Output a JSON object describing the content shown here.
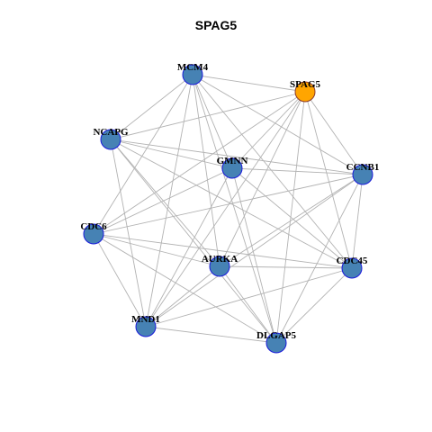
{
  "title": "SPAG5",
  "colors": {
    "node_fill": "#4682b4",
    "node_stroke": "#1a1adb",
    "highlight_fill": "#ffa500",
    "highlight_stroke": "#8b3a2a",
    "edge": "#b3b3b3"
  },
  "nodes": [
    {
      "id": "MCM4",
      "label": "MCM4",
      "highlight": false
    },
    {
      "id": "SPAG5",
      "label": "SPAG5",
      "highlight": true
    },
    {
      "id": "NCAPG",
      "label": "NCAPG",
      "highlight": false
    },
    {
      "id": "GMNN",
      "label": "GMNN",
      "highlight": false
    },
    {
      "id": "CCNB1",
      "label": "CCNB1",
      "highlight": false
    },
    {
      "id": "CDC6",
      "label": "CDC6",
      "highlight": false
    },
    {
      "id": "AURKA",
      "label": "AURKA",
      "highlight": false
    },
    {
      "id": "CDC45",
      "label": "CDC45",
      "highlight": false
    },
    {
      "id": "MND1",
      "label": "MND1",
      "highlight": false
    },
    {
      "id": "DLGAP5",
      "label": "DLGAP5",
      "highlight": false
    }
  ],
  "edges": [
    [
      "MCM4",
      "SPAG5"
    ],
    [
      "MCM4",
      "NCAPG"
    ],
    [
      "MCM4",
      "GMNN"
    ],
    [
      "MCM4",
      "CCNB1"
    ],
    [
      "MCM4",
      "CDC6"
    ],
    [
      "MCM4",
      "AURKA"
    ],
    [
      "MCM4",
      "CDC45"
    ],
    [
      "MCM4",
      "MND1"
    ],
    [
      "MCM4",
      "DLGAP5"
    ],
    [
      "SPAG5",
      "NCAPG"
    ],
    [
      "SPAG5",
      "GMNN"
    ],
    [
      "SPAG5",
      "CCNB1"
    ],
    [
      "SPAG5",
      "CDC6"
    ],
    [
      "SPAG5",
      "AURKA"
    ],
    [
      "SPAG5",
      "CDC45"
    ],
    [
      "SPAG5",
      "MND1"
    ],
    [
      "SPAG5",
      "DLGAP5"
    ],
    [
      "NCAPG",
      "GMNN"
    ],
    [
      "NCAPG",
      "CCNB1"
    ],
    [
      "NCAPG",
      "AURKA"
    ],
    [
      "NCAPG",
      "CDC45"
    ],
    [
      "NCAPG",
      "MND1"
    ],
    [
      "NCAPG",
      "DLGAP5"
    ],
    [
      "GMNN",
      "CCNB1"
    ],
    [
      "GMNN",
      "CDC6"
    ],
    [
      "GMNN",
      "CDC45"
    ],
    [
      "GMNN",
      "MND1"
    ],
    [
      "GMNN",
      "DLGAP5"
    ],
    [
      "CCNB1",
      "CDC6"
    ],
    [
      "CCNB1",
      "AURKA"
    ],
    [
      "CCNB1",
      "CDC45"
    ],
    [
      "CCNB1",
      "MND1"
    ],
    [
      "CCNB1",
      "DLGAP5"
    ],
    [
      "CDC6",
      "AURKA"
    ],
    [
      "CDC6",
      "CDC45"
    ],
    [
      "CDC6",
      "MND1"
    ],
    [
      "CDC6",
      "DLGAP5"
    ],
    [
      "AURKA",
      "CDC45"
    ],
    [
      "AURKA",
      "MND1"
    ],
    [
      "AURKA",
      "DLGAP5"
    ],
    [
      "CDC45",
      "MND1"
    ],
    [
      "CDC45",
      "DLGAP5"
    ],
    [
      "MND1",
      "DLGAP5"
    ]
  ]
}
